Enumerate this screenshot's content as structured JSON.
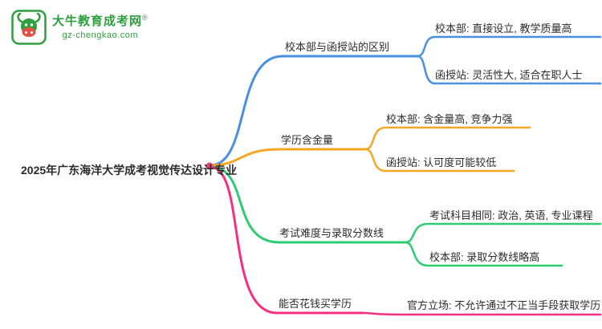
{
  "logo": {
    "brand": "大牛教育成考网",
    "registered": "®",
    "domain": "gz-chengkao.com",
    "brand_color": "#2e9e3e"
  },
  "root": {
    "label": "2025年广东海洋大学成考视觉传达设计专业",
    "dot_color": "#e8436f"
  },
  "branches": [
    {
      "label": "校本部与函授站的区别",
      "color": "#4a90e2",
      "children": [
        {
          "label": "校本部: 直接设立, 教学质量高"
        },
        {
          "label": "函授站: 灵活性大, 适合在职人士"
        }
      ]
    },
    {
      "label": "学历含金量",
      "color": "#f5a623",
      "children": [
        {
          "label": "校本部: 含金量高, 竞争力强"
        },
        {
          "label": "函授站: 认可度可能较低"
        }
      ]
    },
    {
      "label": "考试难度与录取分数线",
      "color": "#2ecc71",
      "children": [
        {
          "label": "考试科目相同: 政治, 英语, 专业课程"
        },
        {
          "label": "校本部: 录取分数线略高"
        }
      ]
    },
    {
      "label": "能否花钱买学历",
      "color": "#f5317f",
      "children": [
        {
          "label": "官方立场: 不允许通过不正当手段获取学历"
        }
      ]
    }
  ]
}
